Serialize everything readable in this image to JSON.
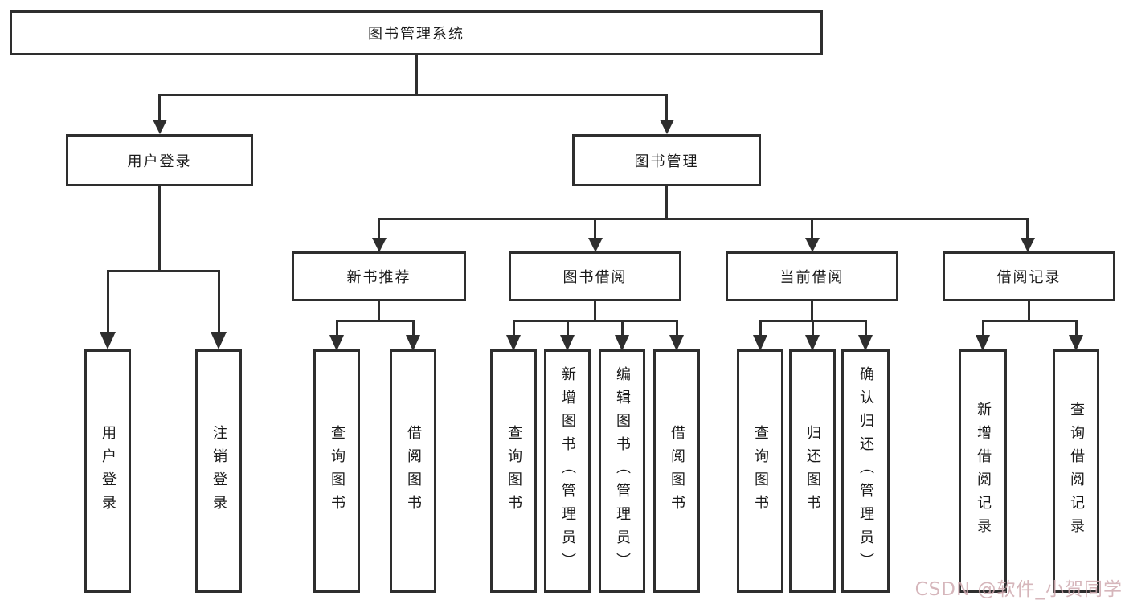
{
  "tree": {
    "label": "图书管理系统",
    "children": [
      {
        "label": "用户登录",
        "children": [
          {
            "label": "用户登录"
          },
          {
            "label": "注销登录"
          }
        ]
      },
      {
        "label": "图书管理",
        "children": [
          {
            "label": "新书推荐",
            "children": [
              {
                "label": "查询图书"
              },
              {
                "label": "借阅图书"
              }
            ]
          },
          {
            "label": "图书借阅",
            "children": [
              {
                "label": "查询图书"
              },
              {
                "label": "新增图书（管理员）"
              },
              {
                "label": "编辑图书（管理员）"
              },
              {
                "label": "借阅图书"
              }
            ]
          },
          {
            "label": "当前借阅",
            "children": [
              {
                "label": "查询图书"
              },
              {
                "label": "归还图书"
              },
              {
                "label": "确认归还（管理员）"
              }
            ]
          },
          {
            "label": "借阅记录",
            "children": [
              {
                "label": "新增借阅记录"
              },
              {
                "label": "查询借阅记录"
              }
            ]
          }
        ]
      }
    ]
  },
  "watermark": {
    "text": "CSDN @软件_小贺同学",
    "color": "#cfaab0"
  },
  "colors": {
    "line": "#2e2e2e",
    "text": "#1a1a1a",
    "background": "#ffffff"
  }
}
